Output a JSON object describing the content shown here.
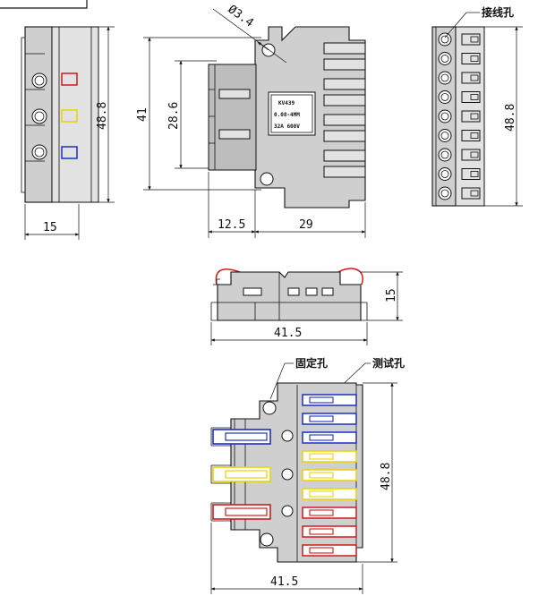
{
  "dimensions": {
    "left_width": "15",
    "left_height": "48.8",
    "hole_diameter": "Ø3.4",
    "front_height_outer": "41",
    "front_height_inner": "28.6",
    "front_left_width": "12.5",
    "front_right_width": "29",
    "right_height": "48.8",
    "top_height": "15",
    "top_width": "41.5",
    "bottom_height": "48.8",
    "bottom_width": "41.5"
  },
  "labels": {
    "wire_hole": "接线孔",
    "fixing_hole": "固定孔",
    "test_hole": "测试孔",
    "product_model": "KV439",
    "product_spec_1": "0.08-4MM",
    "product_spec_2": "32A 600V"
  },
  "colors": {
    "red": "#d11a1a",
    "yellow": "#e8d400",
    "blue": "#1f2fc2"
  }
}
